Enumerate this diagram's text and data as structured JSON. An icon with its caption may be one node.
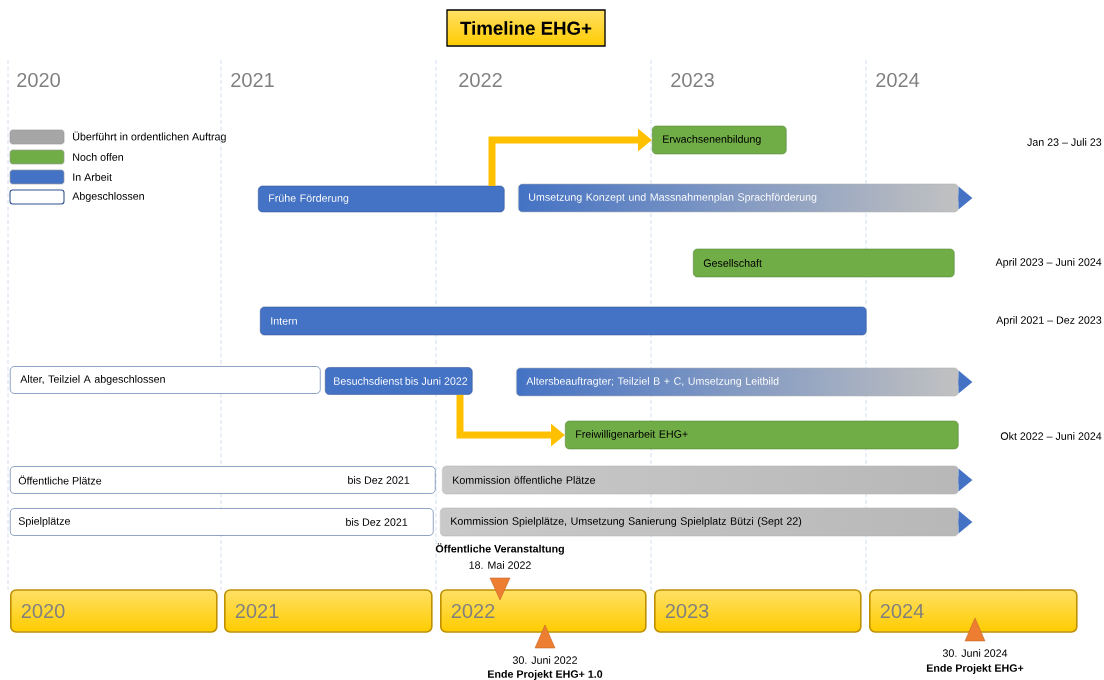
{
  "diagram": {
    "title": "Timeline EHG+",
    "nodes": [
      {
        "text": [
          "Erwachsenenbildung"
        ]
      },
      {
        "text": [
          "Frühe Förderung"
        ]
      },
      {
        "text": [
          "Umsetzung Konzept und Massnahmenplan Sprachförderung"
        ]
      },
      {
        "text": [
          "Gesellschaft"
        ],
        "beside": [
          "April 2023 – Juni 2024"
        ]
      },
      {
        "text": [
          "Intern"
        ]
      },
      {
        "text": [
          "Alter, Teilziel A abgeschlossen"
        ]
      },
      {
        "text": [
          "Besuchsdienst",
          "bis Juni 2022"
        ]
      },
      {
        "text": [
          "Altersbeauftragter; Teilziel B + C, Umsetzung Leitbild"
        ]
      },
      {
        "text": [
          "Freiwilligenarbeit EHG+"
        ]
      },
      {
        "text": [
          "Öffentliche Plätze",
          "bis Dez 2021"
        ]
      },
      {
        "text": [
          "Kommission öffentliche Plätze"
        ]
      },
      {
        "text": [
          "Spielplätze",
          "bis Dez 2021"
        ]
      },
      {
        "text": [
          "Kommission Spielplätze, Umsetzung Sanierung Spielplatz Bützi (Sept 22)"
        ]
      },
      {
        "text": [
          "2020"
        ]
      },
      {
        "text": [
          "2021"
        ]
      },
      {
        "text": [
          "2022"
        ]
      },
      {
        "text": [
          "2023"
        ]
      },
      {
        "text": [
          "2024"
        ]
      }
    ],
    "edges": [
      {
        "from": 1,
        "to": 0,
        "arrow": "to",
        "color": "#ffc000"
      },
      {
        "from": 6,
        "to": 8,
        "arrow": "to",
        "color": "#ffc000"
      },
      {
        "from": 2,
        "to": null,
        "arrow": "to"
      },
      {
        "from": 7,
        "to": null,
        "arrow": "to"
      },
      {
        "from": 10,
        "to": null,
        "arrow": "to"
      },
      {
        "from": 12,
        "to": null,
        "arrow": "to"
      }
    ],
    "labels": [
      "2020",
      "2021",
      "2022",
      "2023",
      "2024",
      "Jan 23 – Juli 23",
      "April 2021 – Dez 2023",
      "Okt 2022 – Juni 2024",
      "Öffentliche Veranstaltung",
      "18. Mai 2022",
      "30. Juni 2022",
      "Ende Projekt EHG+ 1.0",
      "30. Juni 2024",
      "Ende Projekt EHG+"
    ],
    "legend": [
      {
        "text": "Überführt in ordentlichen Auftrag",
        "color": "#a6a6a6"
      },
      {
        "text": "Noch offen",
        "color": "#70ad47"
      },
      {
        "text": "In Arbeit",
        "color": "#4472c4"
      },
      {
        "text": "Abgeschlossen"
      }
    ]
  }
}
